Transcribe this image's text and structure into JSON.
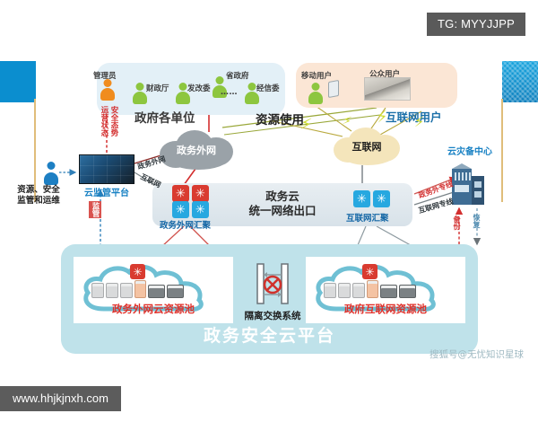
{
  "watermarks": {
    "tg_badge": "TG: MYYJJPP",
    "url_badge": "www.hhjkjnxh.com",
    "sohu": "搜狐号@无忧知识星球"
  },
  "diagram": {
    "title": "政务安全云平台",
    "gov_panel": {
      "label": "政府各单位",
      "actors": [
        {
          "name": "管理员",
          "color": "#f08c1e"
        },
        {
          "name": "财政厅",
          "color": "#8dc63f"
        },
        {
          "name": "发改委",
          "color": "#8dc63f"
        },
        {
          "name": "省政府",
          "color": "#8dc63f"
        },
        {
          "name": "经信委",
          "color": "#8dc63f"
        }
      ],
      "ellipsis": "……"
    },
    "internet_panel": {
      "label": "互联网用户",
      "actors": [
        {
          "name": "移动用户"
        },
        {
          "name": "公众用户"
        }
      ]
    },
    "clouds": {
      "gov_extranet": "政务外网",
      "internet": "互联网"
    },
    "net_exit": {
      "title_line1": "政务云",
      "title_line2": "统一网络出口",
      "left_agg": "政务外网汇聚",
      "right_agg": "互联网汇聚"
    },
    "monitor": {
      "platform": "云监管平台",
      "operator_line1": "资源、安全",
      "operator_line2": "监管和运维",
      "status_label": "运营状态",
      "security_label": "安全态势",
      "supervise_label": "监管"
    },
    "dr_center": {
      "label": "云灾备中心",
      "backup": "备份",
      "restore": "恢复"
    },
    "pools": {
      "left": "政务外网云资源池",
      "right": "政府互联网资源池",
      "isolation": "隔离交换系统"
    },
    "link_labels": {
      "resource_usage": "资源使用",
      "gov_extranet_line": "政务外网",
      "internet_line": "互联网",
      "gov_dedicated": "政务外专线",
      "internet_dedicated": "互联网专线"
    },
    "colors": {
      "accent_blue": "#1a82c4",
      "pool_red": "#e0302a",
      "platform_bg": "#bfe2ea",
      "gov_panel_bg": "#e3f0f7",
      "net_panel_bg": "#fbe6d5",
      "badge_grey": "#5a5a5a"
    }
  }
}
